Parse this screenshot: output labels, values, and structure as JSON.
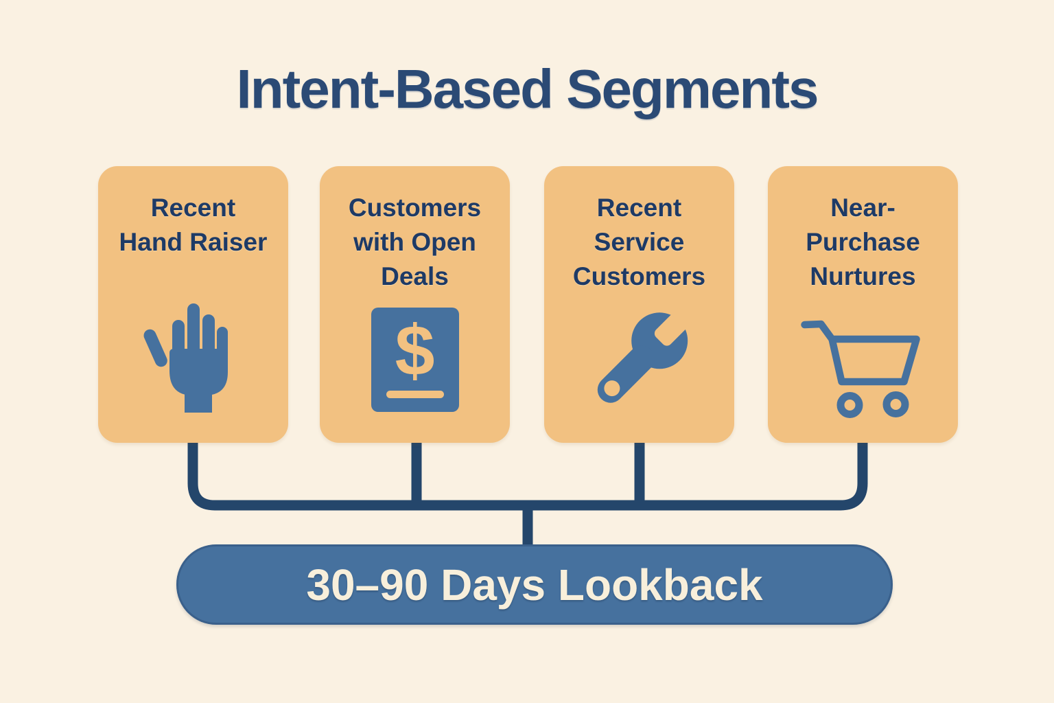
{
  "title": "Intent-Based Segments",
  "cards": [
    {
      "name": "recent-hand-raiser",
      "lines": [
        "Recent",
        "Hand Raiser"
      ],
      "icon": "raised-hand-icon"
    },
    {
      "name": "customers-with-open-deals",
      "lines": [
        "Customers",
        "with Open",
        "Deals"
      ],
      "icon": "deal-document-dollar-icon",
      "icon_glyph": "$"
    },
    {
      "name": "recent-service-customers",
      "lines": [
        "Recent",
        "Service",
        "Customers"
      ],
      "icon": "wrench-icon"
    },
    {
      "name": "near-purchase-nurtures",
      "lines": [
        "Near-",
        "Purchase",
        "Nurtures"
      ],
      "icon": "shopping-cart-icon"
    }
  ],
  "banner": {
    "label": "30–90 Days Lookback"
  },
  "colors": {
    "page_background": "#faf1e2",
    "card_background": "#f2c181",
    "card_text": "#1e3a66",
    "title_text": "#2b4a75",
    "icon_blue": "#46719e",
    "connector": "#24466b",
    "banner_background": "#46719e",
    "banner_text": "#f8efdb"
  }
}
